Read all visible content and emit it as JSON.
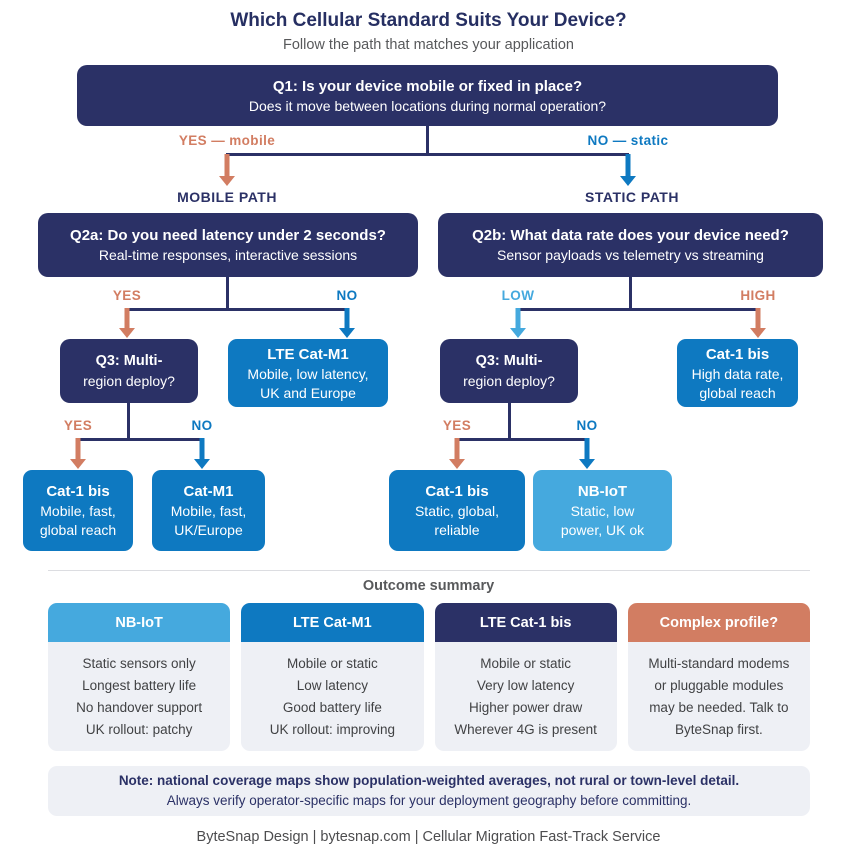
{
  "colors": {
    "navy": "#2b3166",
    "blue": "#0e79c1",
    "light_blue": "#45a9de",
    "salmon": "#d27d62",
    "panel_bg": "#eef0f5"
  },
  "header": {
    "title": "Which Cellular Standard Suits Your Device?",
    "subtitle": "Follow the path that matches your application"
  },
  "flowchart": {
    "q1": {
      "title": "Q1: Is your device mobile or fixed in place?",
      "subtitle": "Does it move between locations during normal operation?"
    },
    "branch_q1": {
      "yes_label": "YES — mobile",
      "no_label": "NO — static",
      "left_path": "MOBILE PATH",
      "right_path": "STATIC PATH"
    },
    "q2a": {
      "title": "Q2a: Do you need latency under 2 seconds?",
      "subtitle": "Real-time responses, interactive sessions",
      "yes_label": "YES",
      "no_label": "NO"
    },
    "q2b": {
      "title": "Q2b: What data rate does your device need?",
      "subtitle": "Sensor payloads vs telemetry vs streaming",
      "low_label": "LOW",
      "high_label": "HIGH"
    },
    "q3_left": {
      "line1": "Q3: Multi-",
      "line2": "region deploy?",
      "yes_label": "YES",
      "no_label": "NO"
    },
    "q3_right": {
      "line1": "Q3: Multi-",
      "line2": "region deploy?",
      "yes_label": "YES",
      "no_label": "NO"
    },
    "result_catm1_mobile": {
      "title": "LTE Cat-M1",
      "line1": "Mobile, low latency,",
      "line2": "UK and Europe"
    },
    "result_cat1bis_high": {
      "title": "Cat-1 bis",
      "line1": "High data rate,",
      "line2": "global reach"
    },
    "result_cat1bis_mobile": {
      "title": "Cat-1 bis",
      "line1": "Mobile, fast,",
      "line2": "global reach"
    },
    "result_catm1_uk": {
      "title": "Cat-M1",
      "line1": "Mobile, fast,",
      "line2": "UK/Europe"
    },
    "result_cat1bis_static": {
      "title": "Cat-1 bis",
      "line1": "Static, global,",
      "line2": "reliable"
    },
    "result_nbiot": {
      "title": "NB-IoT",
      "line1": "Static, low",
      "line2": "power, UK ok"
    }
  },
  "summary": {
    "heading": "Outcome summary",
    "cards": [
      {
        "title": "NB-IoT",
        "color": "#45a9de",
        "lines": [
          "Static sensors only",
          "Longest battery life",
          "No handover support",
          "UK rollout: patchy"
        ]
      },
      {
        "title": "LTE Cat-M1",
        "color": "#0e79c1",
        "lines": [
          "Mobile or static",
          "Low latency",
          "Good battery life",
          "UK rollout: improving"
        ]
      },
      {
        "title": "LTE Cat-1 bis",
        "color": "#2b3166",
        "lines": [
          "Mobile or static",
          "Very low latency",
          "Higher power draw",
          "Wherever 4G is present"
        ]
      },
      {
        "title": "Complex profile?",
        "color": "#d27d62",
        "lines": [
          "Multi-standard modems",
          "or pluggable modules",
          "may be needed. Talk to",
          "ByteSnap first."
        ]
      }
    ]
  },
  "note": {
    "bold": "Note: national coverage maps show population-weighted averages, not rural or town-level detail.",
    "regular": "Always verify operator-specific maps for your deployment geography before committing."
  },
  "footer": {
    "text": "ByteSnap Design | bytesnap.com | Cellular Migration Fast-Track Service"
  }
}
